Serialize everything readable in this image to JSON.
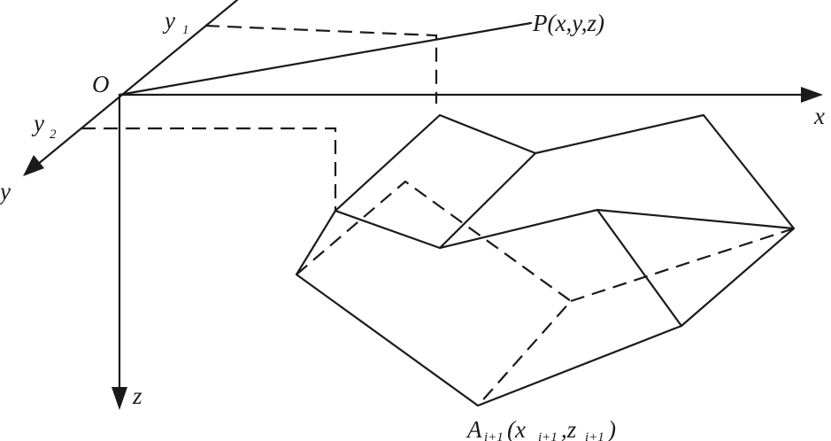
{
  "labels": {
    "origin": "O",
    "x_axis": "x",
    "y_axis": "y",
    "z_axis": "z",
    "y1": "y",
    "y1_sub": "1",
    "y2": "y",
    "y2_sub": "2",
    "point_P": "P(x,y,z)",
    "A_main": "A",
    "A_sub": "i+1",
    "A_open": "(x",
    "A_x_sub": "i+1",
    "A_comma": ",z",
    "A_z_sub": "i+1",
    "A_close": ")"
  }
}
